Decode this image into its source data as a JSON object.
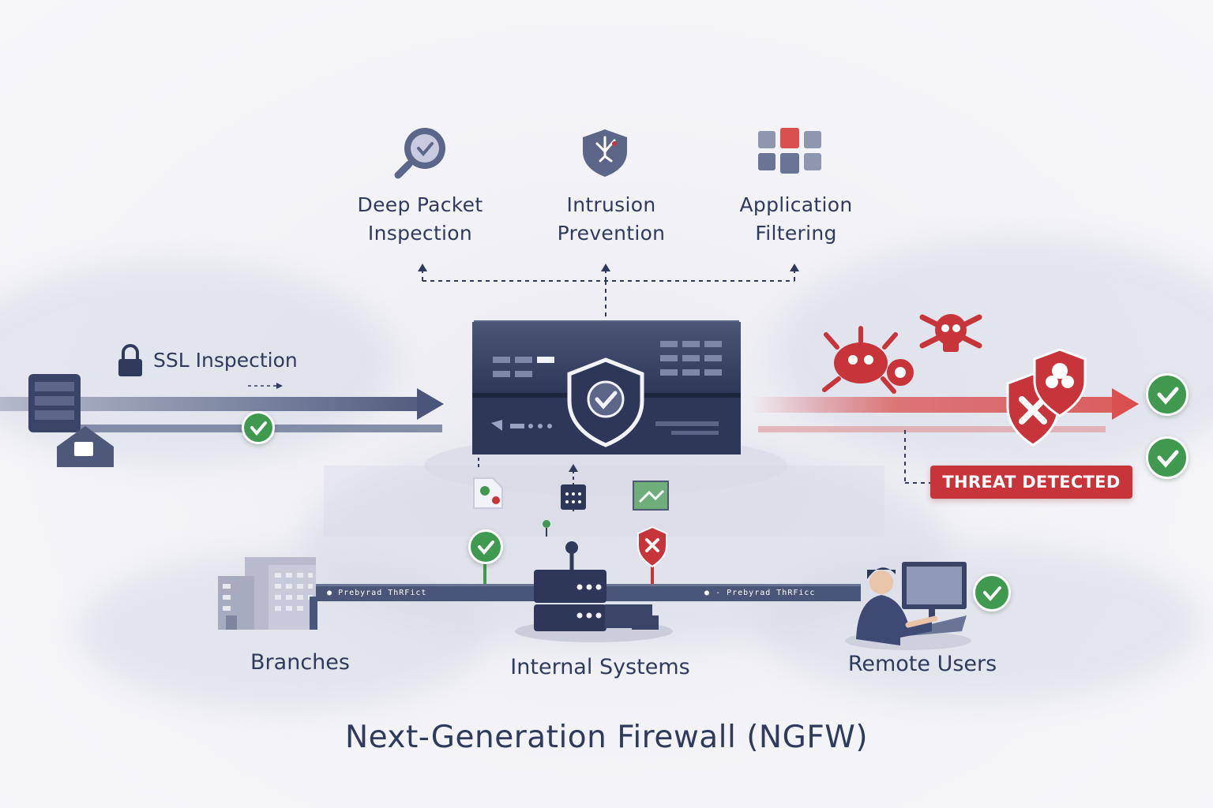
{
  "features": [
    {
      "label_line1": "Deep Packet",
      "label_line2": "Inspection",
      "icon": "magnifier-icon"
    },
    {
      "label_line1": "Intrusion",
      "label_line2": "Prevention",
      "icon": "shield-icon"
    },
    {
      "label_line1": "Application",
      "label_line2": "Filtering",
      "icon": "app-grid-icon"
    }
  ],
  "ssl": {
    "label": "SSL Inspection",
    "icon": "lock-icon"
  },
  "threat": {
    "label": "THREAT DETECTED",
    "color": "#c7353b"
  },
  "traffic": {
    "left_label": "Prebyrad ThRFict",
    "right_label": "- Prebyrad ThRFicc"
  },
  "destinations": {
    "branches": "Branches",
    "internal": "Internal Systems",
    "remote": "Remote Users"
  },
  "title": "Next-Generation Firewall (NGFW)",
  "colors": {
    "navy": "#2f3a5c",
    "threat_red": "#c7353b",
    "allowed_green": "#3f9a4f"
  }
}
